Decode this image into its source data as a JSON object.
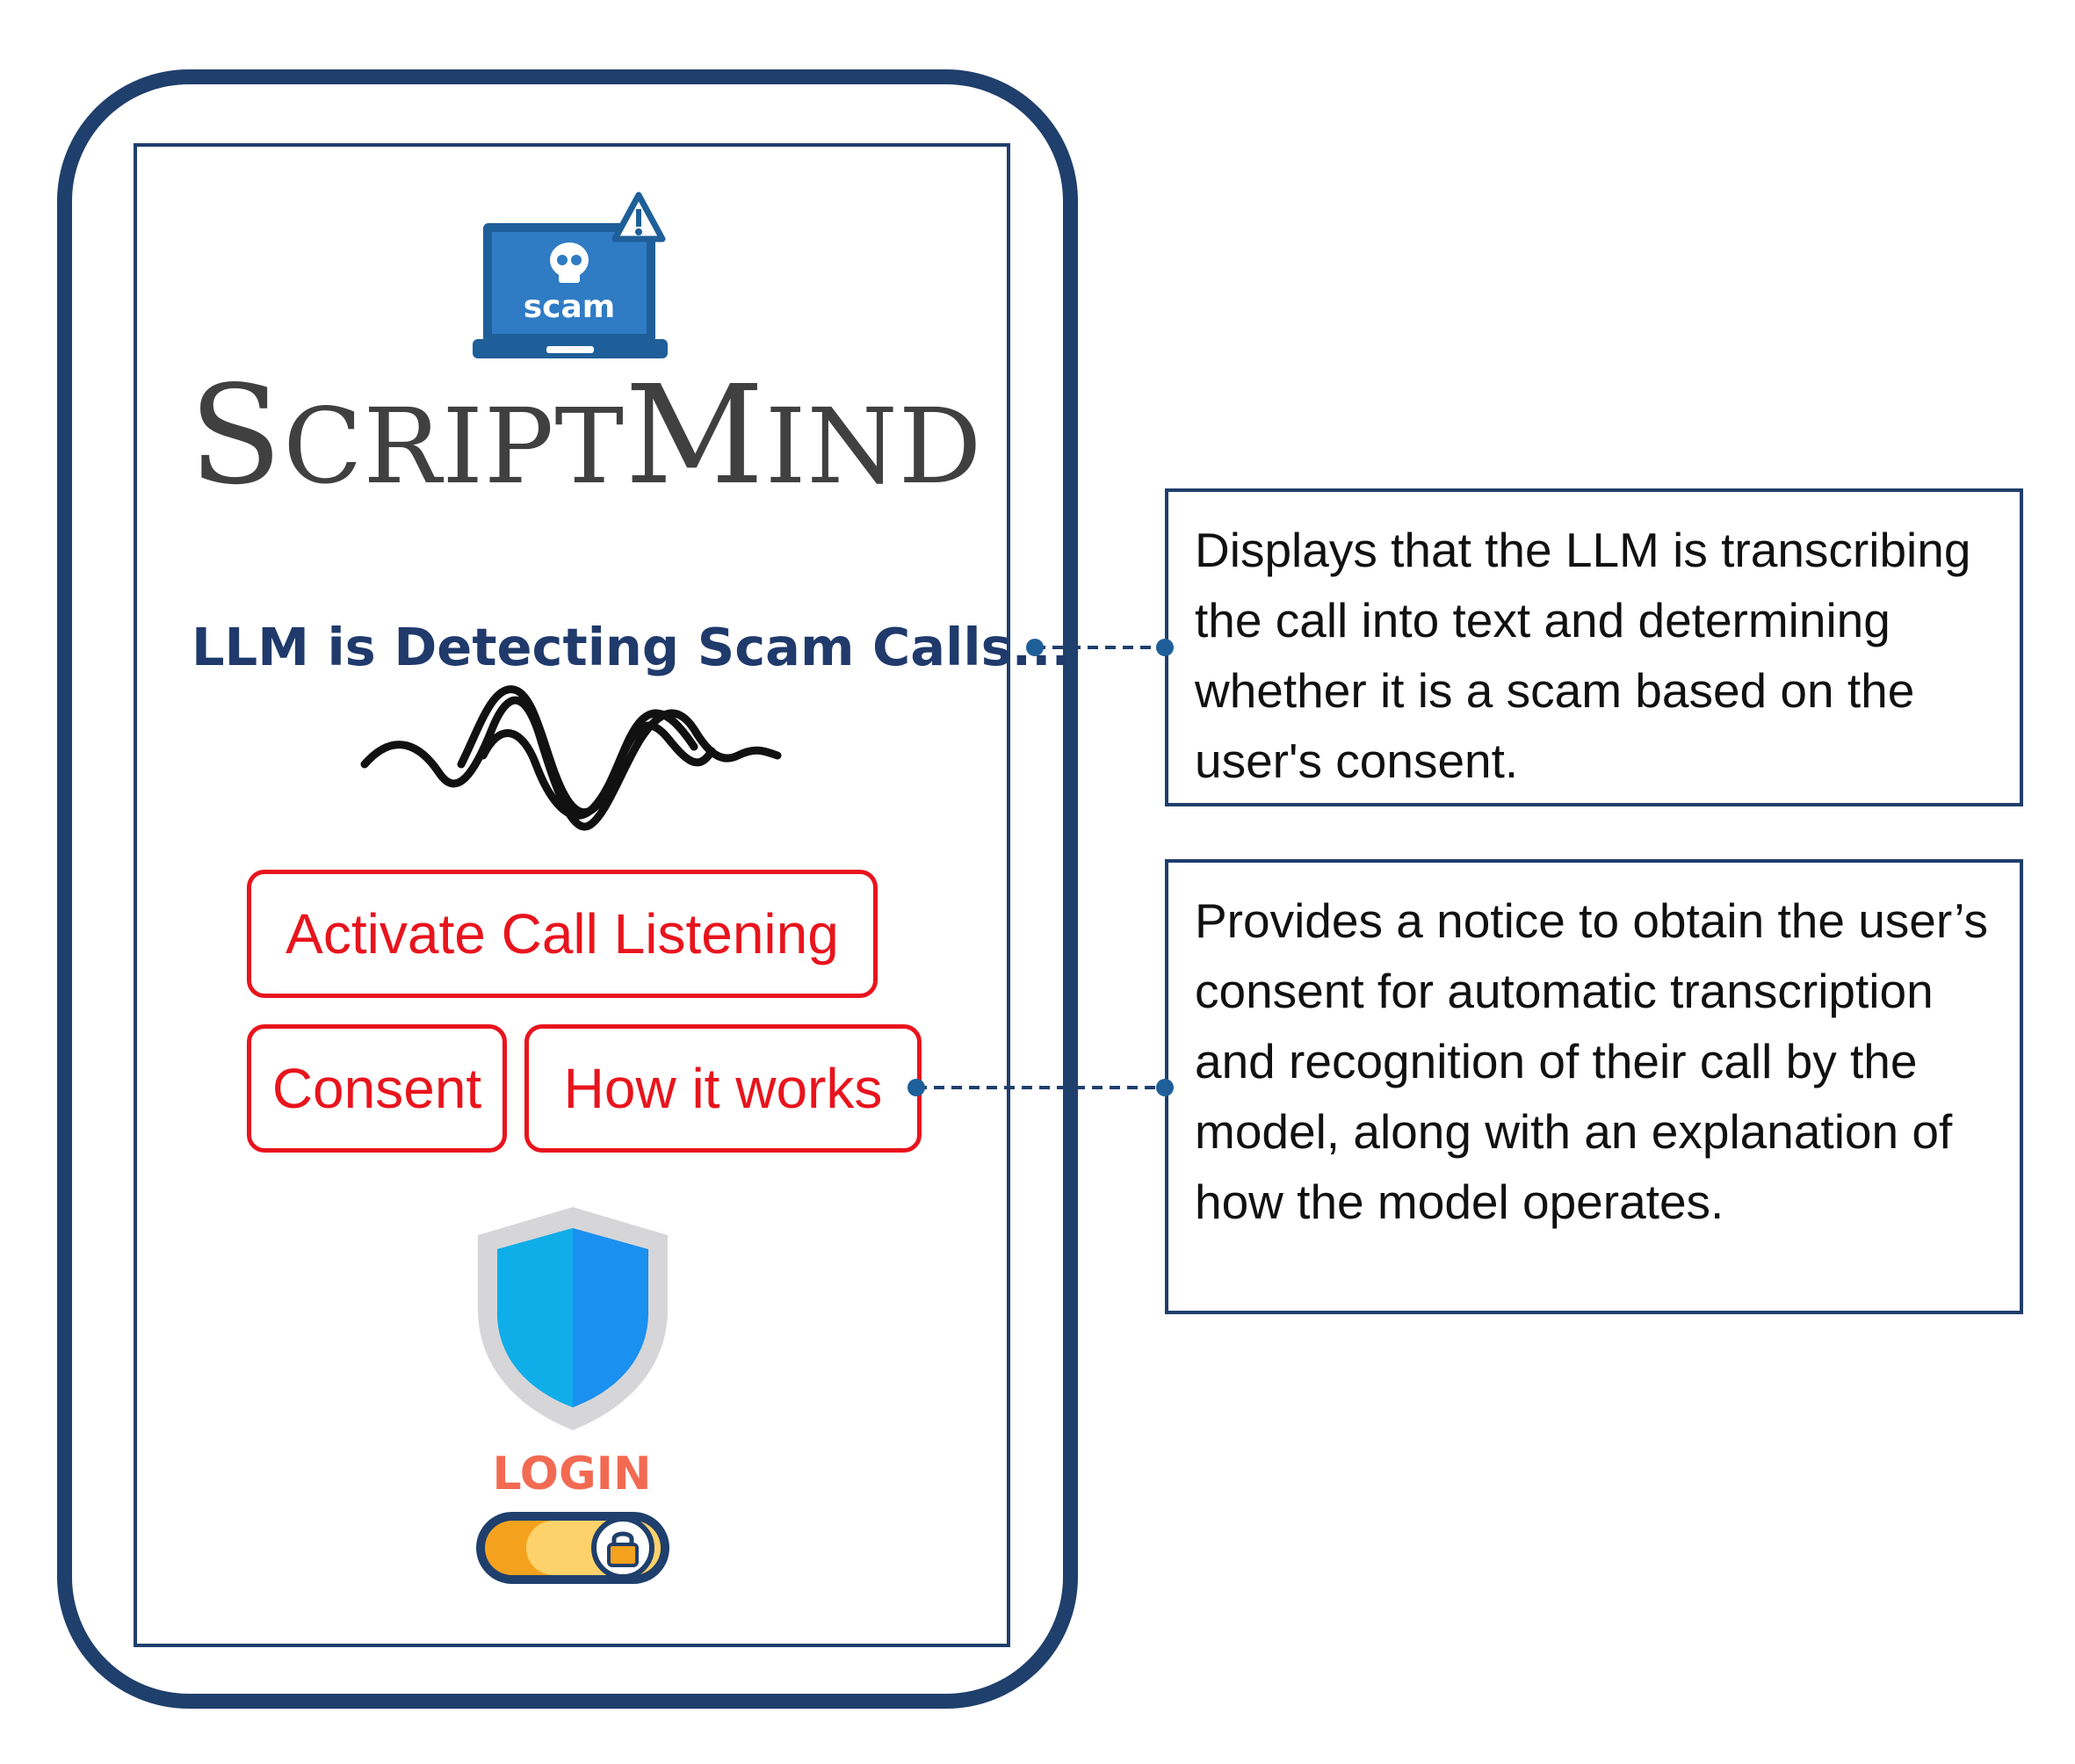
{
  "app": {
    "name": "SCRIPTMIND",
    "logo_badge_text": "scam"
  },
  "main": {
    "status_text": "LLM is Detecting Scam Calls...",
    "buttons": {
      "activate": "Activate Call Listening",
      "consent": "Consent",
      "how_it_works": "How it works"
    },
    "login_label": "LOGIN"
  },
  "annotations": [
    {
      "text": "Displays that the LLM is transcribing the call into text and determining whether it is a scam based on the user's consent."
    },
    {
      "text": "Provides a notice to obtain the user’s consent for automatic transcription and recognition of their call by the model, along with an explanation of how the model operates."
    }
  ],
  "colors": {
    "frame": "#1f3f6c",
    "accent_red": "#e8141d",
    "status_navy": "#1f3a6b",
    "brand_gray": "#404040",
    "login_orange": "#f26a52"
  }
}
